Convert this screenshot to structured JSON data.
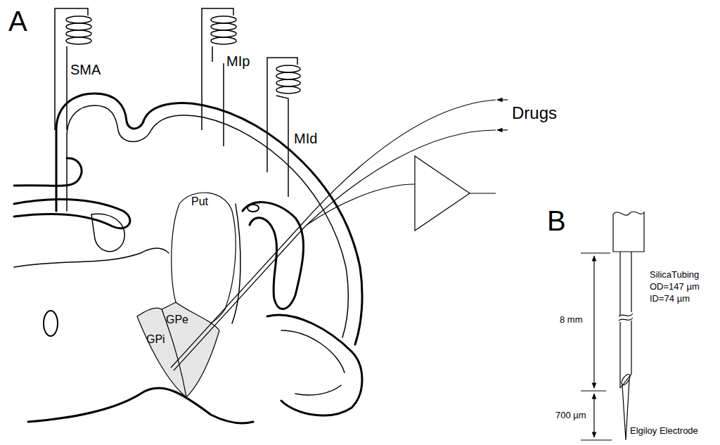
{
  "diagram": {
    "labels": [
      "A",
      "SMA",
      "MIp",
      "MId",
      "Drugs",
      "Put",
      "GPe",
      "GPi",
      "B",
      "SilicaTubing",
      "OD=147 µm",
      "ID=74 µm",
      "8 mm",
      "700 µm",
      "Elgiloy Electrode"
    ]
  }
}
